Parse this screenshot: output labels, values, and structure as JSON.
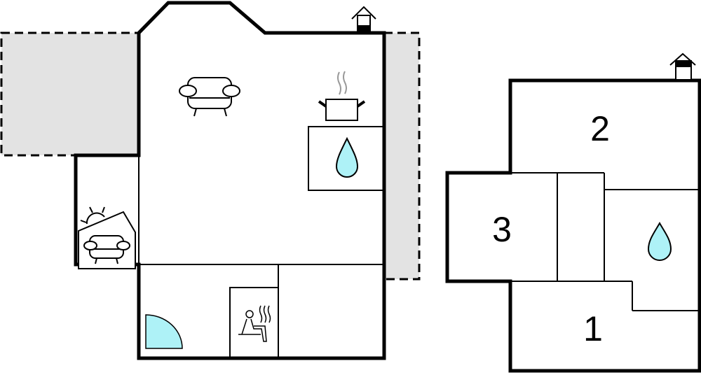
{
  "plans": [
    {
      "name": "ground-floor",
      "rooms": [
        "living-room",
        "kitchen",
        "conservatory",
        "bathroom",
        "sauna",
        "utility-room",
        "terrace-left",
        "terrace-right"
      ],
      "icons": [
        "entrance-icon",
        "sofa-icon",
        "cooking-pot-icon",
        "water-drop-icon",
        "sun-lounge-icon",
        "shower-icon",
        "sauna-icon"
      ]
    },
    {
      "name": "first-floor",
      "rooms": [
        {
          "label": "2"
        },
        {
          "label": "3"
        },
        {
          "label": "1"
        }
      ],
      "icons": [
        "entrance-icon",
        "water-drop-icon"
      ]
    }
  ],
  "colors": {
    "wall": "#000000",
    "terrace": "#e3e3e3",
    "water": "#aef2f7"
  }
}
